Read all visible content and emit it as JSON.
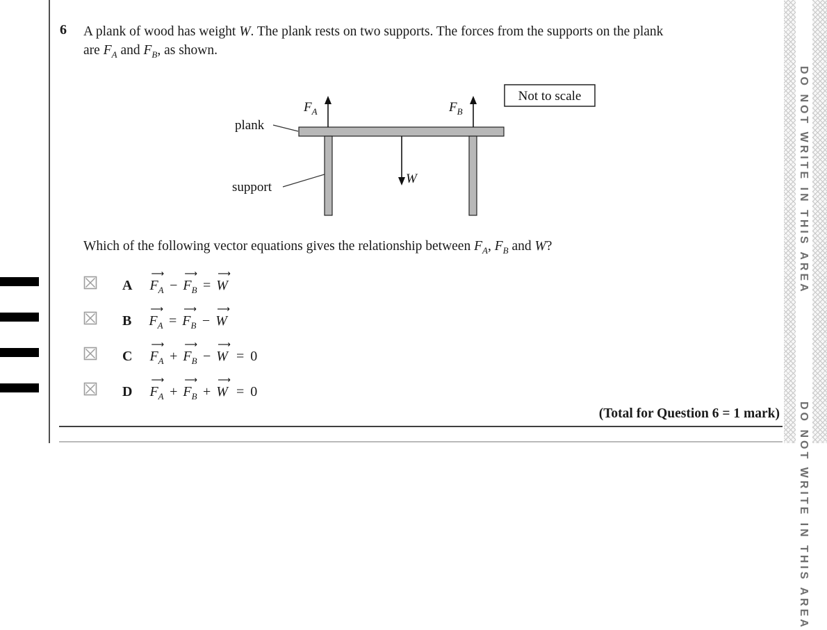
{
  "question": {
    "number": "6",
    "text": {
      "part1": "A plank of wood has weight ",
      "part2": ". The plank rests on two supports. The forces from the supports on the plank are ",
      "part3": " and ",
      "part4": ", as shown."
    },
    "prompt": {
      "part1": "Which of the following vector equations gives the relationship between ",
      "part2": ", ",
      "part3": " and ",
      "part4": "?"
    }
  },
  "symbols": {
    "F": "F",
    "W": "W",
    "A": "A",
    "B": "B"
  },
  "notation": {
    "vector_arrow": "⟶"
  },
  "diagram": {
    "not_to_scale": "Not to scale",
    "plank_label": "plank",
    "support_label": "support",
    "weight_label": "W"
  },
  "options": [
    {
      "letter": "A",
      "tokens": [
        {
          "t": "vec",
          "base": "F",
          "sub": "A"
        },
        {
          "t": "op",
          "text": "−"
        },
        {
          "t": "vec",
          "base": "F",
          "sub": "B"
        },
        {
          "t": "op",
          "text": "="
        },
        {
          "t": "vec",
          "base": "W"
        }
      ]
    },
    {
      "letter": "B",
      "tokens": [
        {
          "t": "vec",
          "base": "F",
          "sub": "A"
        },
        {
          "t": "op",
          "text": "="
        },
        {
          "t": "vec",
          "base": "F",
          "sub": "B"
        },
        {
          "t": "op",
          "text": "−"
        },
        {
          "t": "vec",
          "base": "W"
        }
      ]
    },
    {
      "letter": "C",
      "tokens": [
        {
          "t": "vec",
          "base": "F",
          "sub": "A"
        },
        {
          "t": "op",
          "text": "+"
        },
        {
          "t": "vec",
          "base": "F",
          "sub": "B"
        },
        {
          "t": "op",
          "text": "−"
        },
        {
          "t": "vec",
          "base": "W"
        },
        {
          "t": "op",
          "text": "="
        },
        {
          "t": "num",
          "text": "0"
        }
      ]
    },
    {
      "letter": "D",
      "tokens": [
        {
          "t": "vec",
          "base": "F",
          "sub": "A"
        },
        {
          "t": "op",
          "text": "+"
        },
        {
          "t": "vec",
          "base": "F",
          "sub": "B"
        },
        {
          "t": "op",
          "text": "+"
        },
        {
          "t": "vec",
          "base": "W"
        },
        {
          "t": "op",
          "text": "="
        },
        {
          "t": "num",
          "text": "0"
        }
      ]
    }
  ],
  "footer": {
    "total": "(Total for Question 6 = 1 mark)"
  },
  "sidebar": {
    "warning": "DO NOT WRITE IN THIS AREA",
    "warning_repeat": "DO NOT WRITE IN THIS AREA"
  }
}
